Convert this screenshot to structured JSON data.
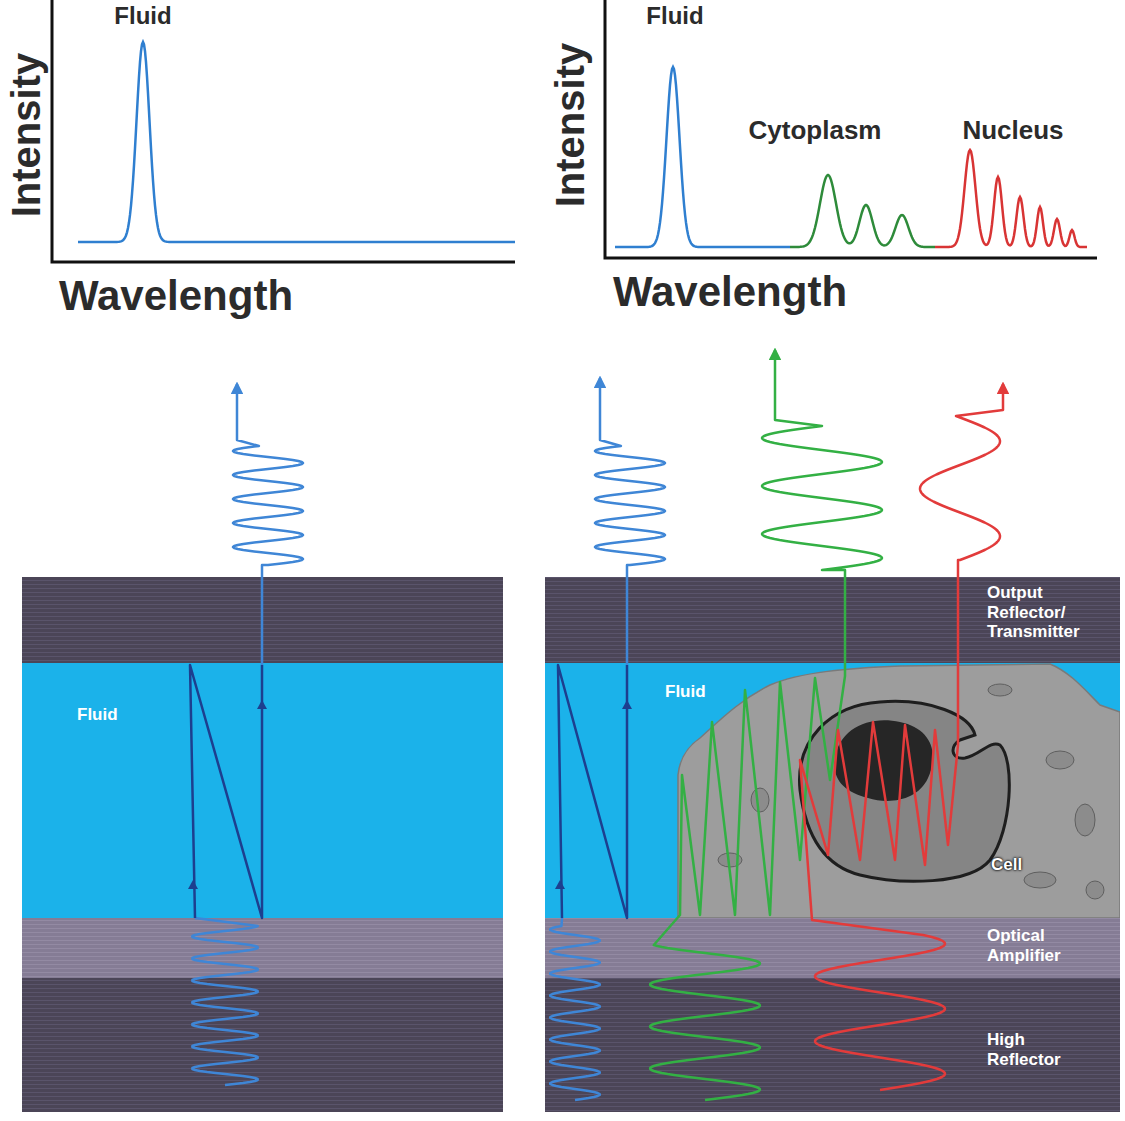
{
  "diagram": {
    "nodes": [
      {
        "text": [
          "Fluid"
        ]
      },
      {
        "text": [
          "Output Reflector/ Transmitter"
        ]
      },
      {
        "text": [
          "Fluid"
        ]
      },
      {
        "text": [
          "Cell"
        ],
        "in": 2
      },
      {
        "text": [
          "Optical Amplifier"
        ]
      },
      {
        "text": [
          "High Reflector"
        ]
      }
    ],
    "labels": [
      "Fluid",
      "Intensity",
      "Wavelength",
      "Fluid",
      "Intensity",
      "Cytoplasm",
      "Nucleus",
      "Wavelength"
    ]
  }
}
